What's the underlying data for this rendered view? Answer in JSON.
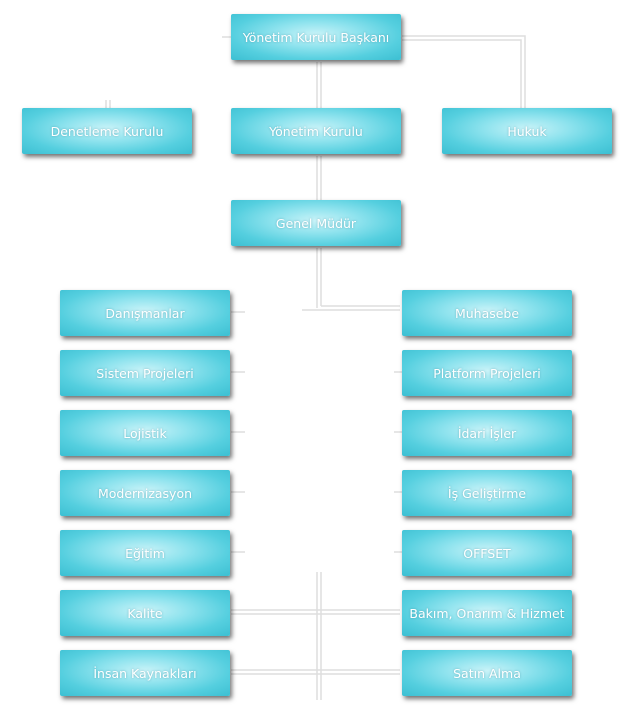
{
  "chart": {
    "chairman": "Yönetim Kurulu Başkanı",
    "audit_board": "Denetleme Kurulu",
    "board": "Yönetim Kurulu",
    "legal": "Hukuk",
    "general_manager": "Genel Müdür",
    "left_departments": [
      "Danışmanlar",
      "Sistem Projeleri",
      "Lojistik",
      "Modernizasyon",
      "Eğitim",
      "Kalite",
      "İnsan Kaynakları"
    ],
    "right_departments": [
      "Muhasebe",
      "Platform Projeleri",
      "İdari İşler",
      "İş Geliştirme",
      "OFFSET",
      "Bakım, Onarım & Hizmet",
      "Satın Alma"
    ]
  }
}
